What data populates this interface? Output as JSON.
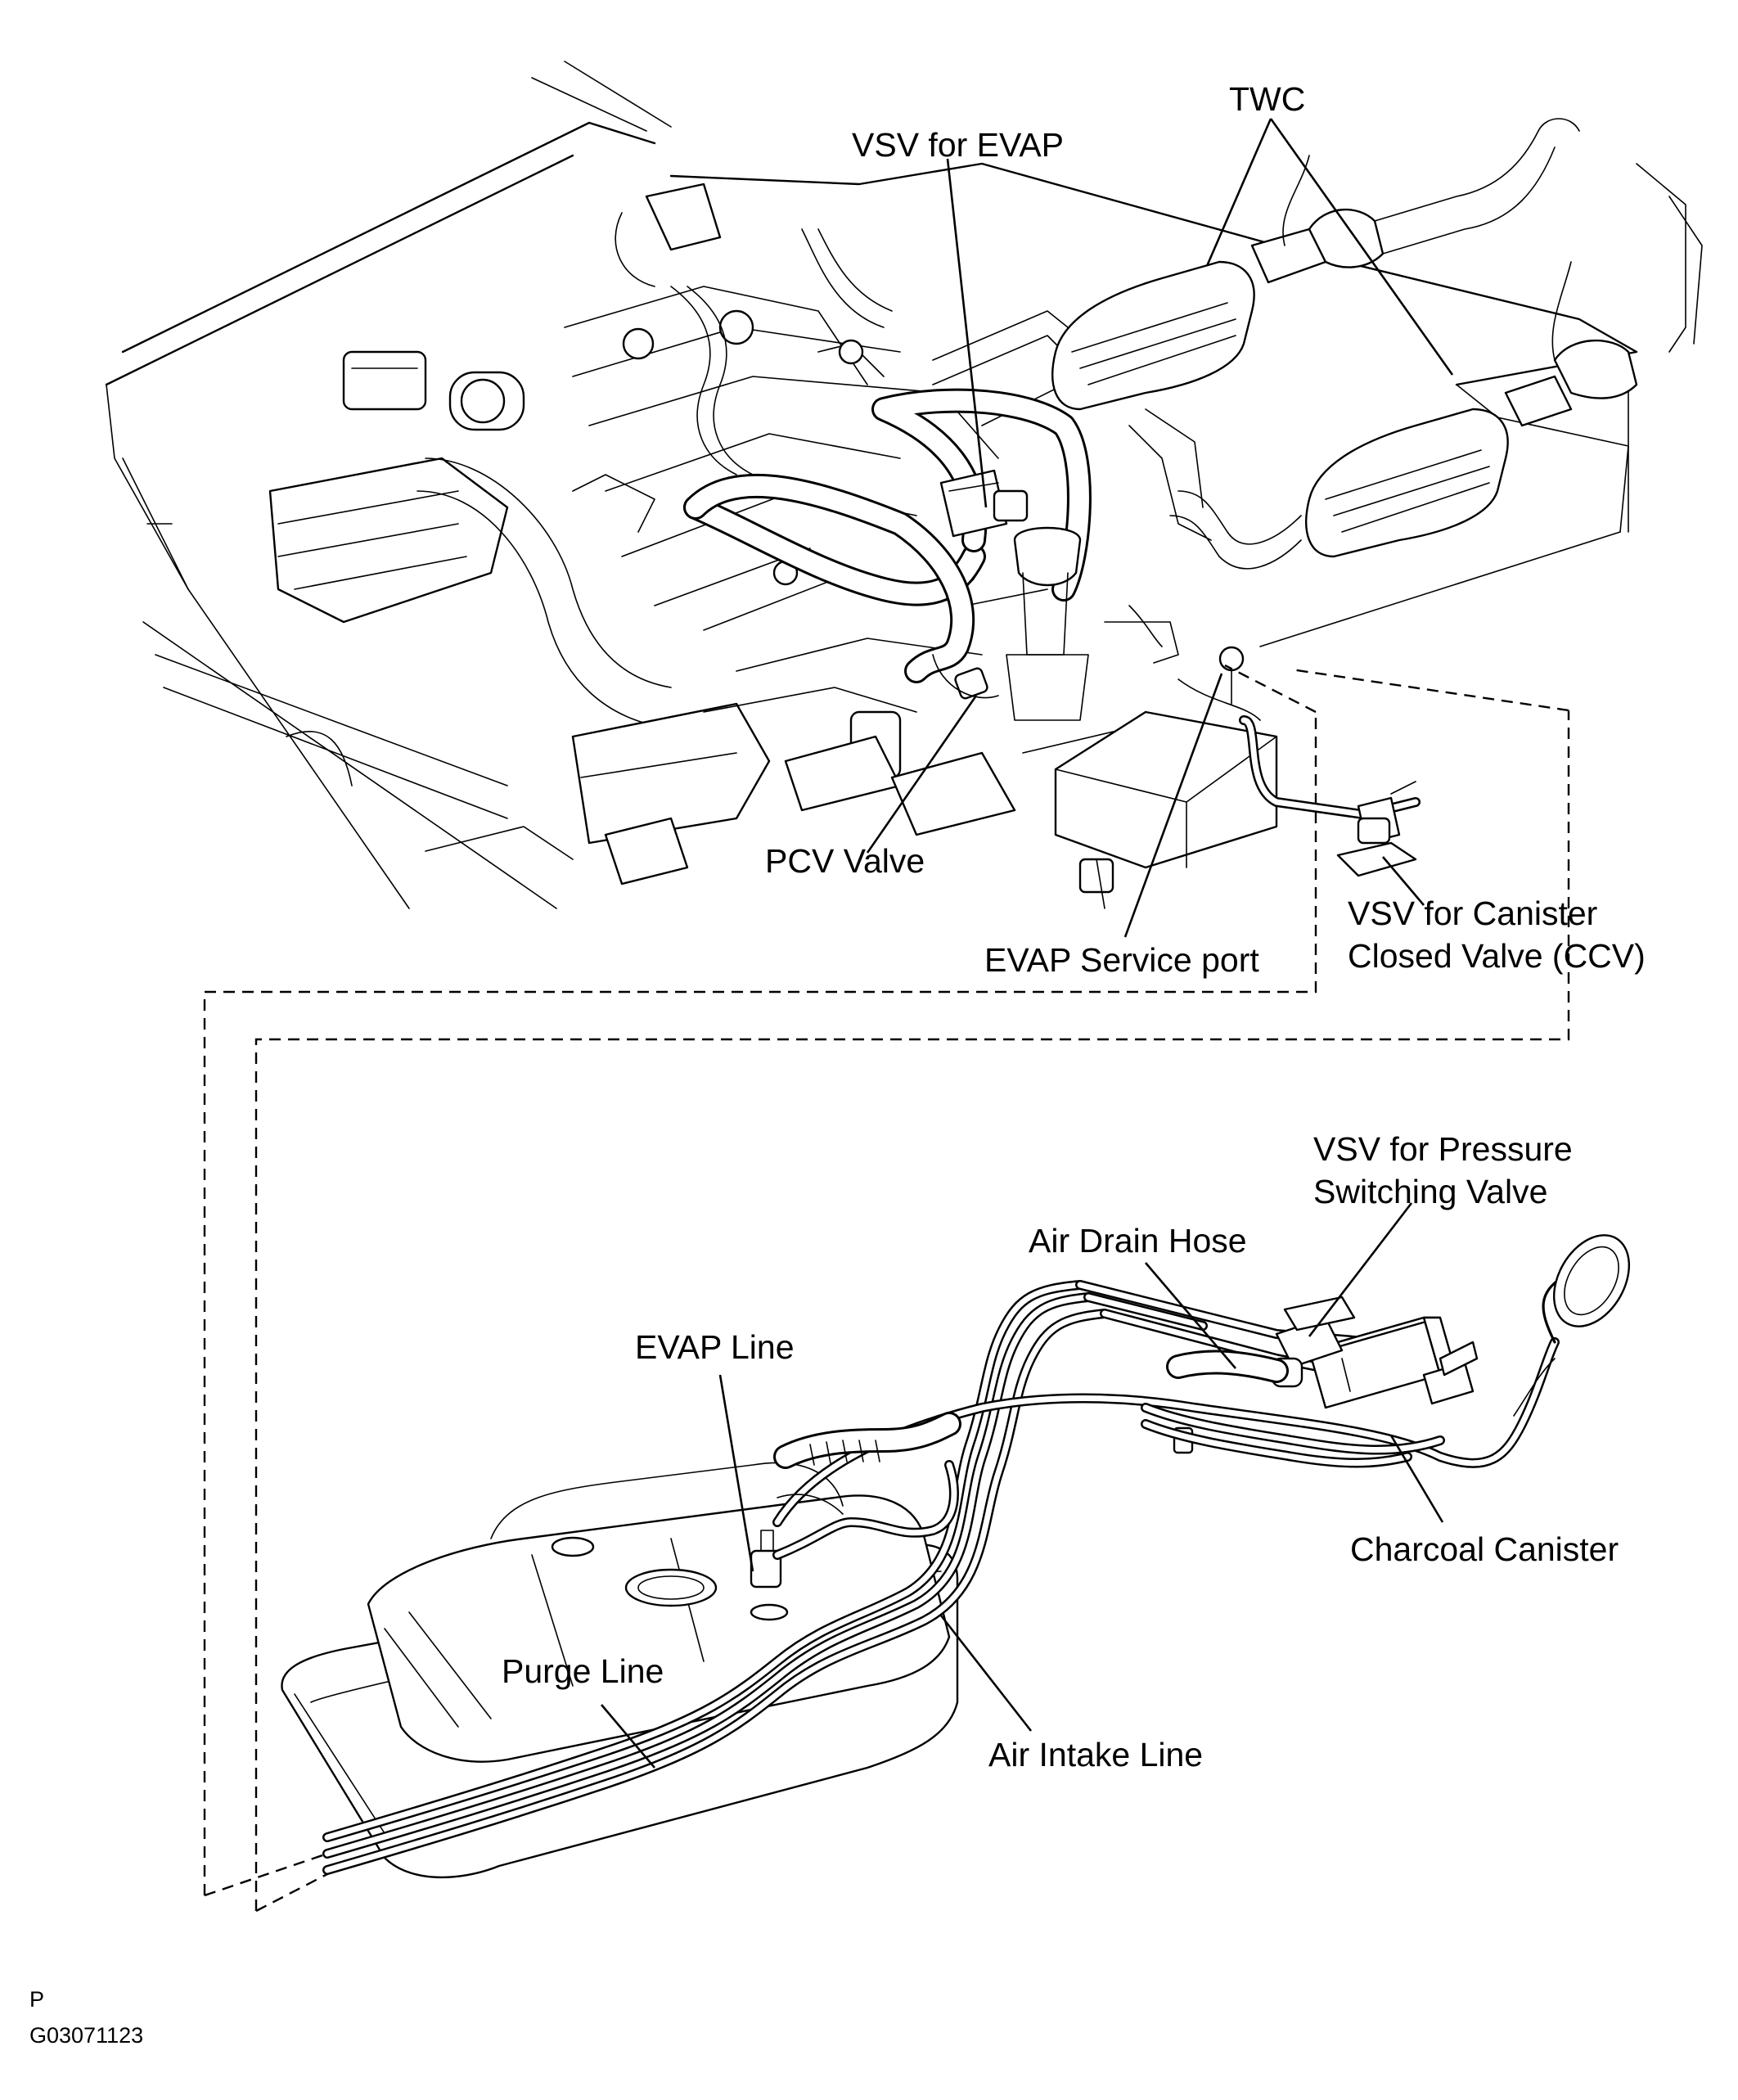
{
  "labels": {
    "twc": "TWC",
    "vsv_evap": "VSV for EVAP",
    "pcv_valve": "PCV Valve",
    "evap_service_port": "EVAP Service port",
    "vsv_ccv_line1": "VSV for Canister",
    "vsv_ccv_line2": "Closed Valve (CCV)",
    "vsv_psv_line1": "VSV for Pressure",
    "vsv_psv_line2": "Switching Valve",
    "air_drain_hose": "Air Drain Hose",
    "evap_line": "EVAP Line",
    "charcoal_canister": "Charcoal Canister",
    "purge_line": "Purge Line",
    "air_intake_line": "Air Intake Line"
  },
  "figure": {
    "letter": "P",
    "code": "G03071123"
  }
}
